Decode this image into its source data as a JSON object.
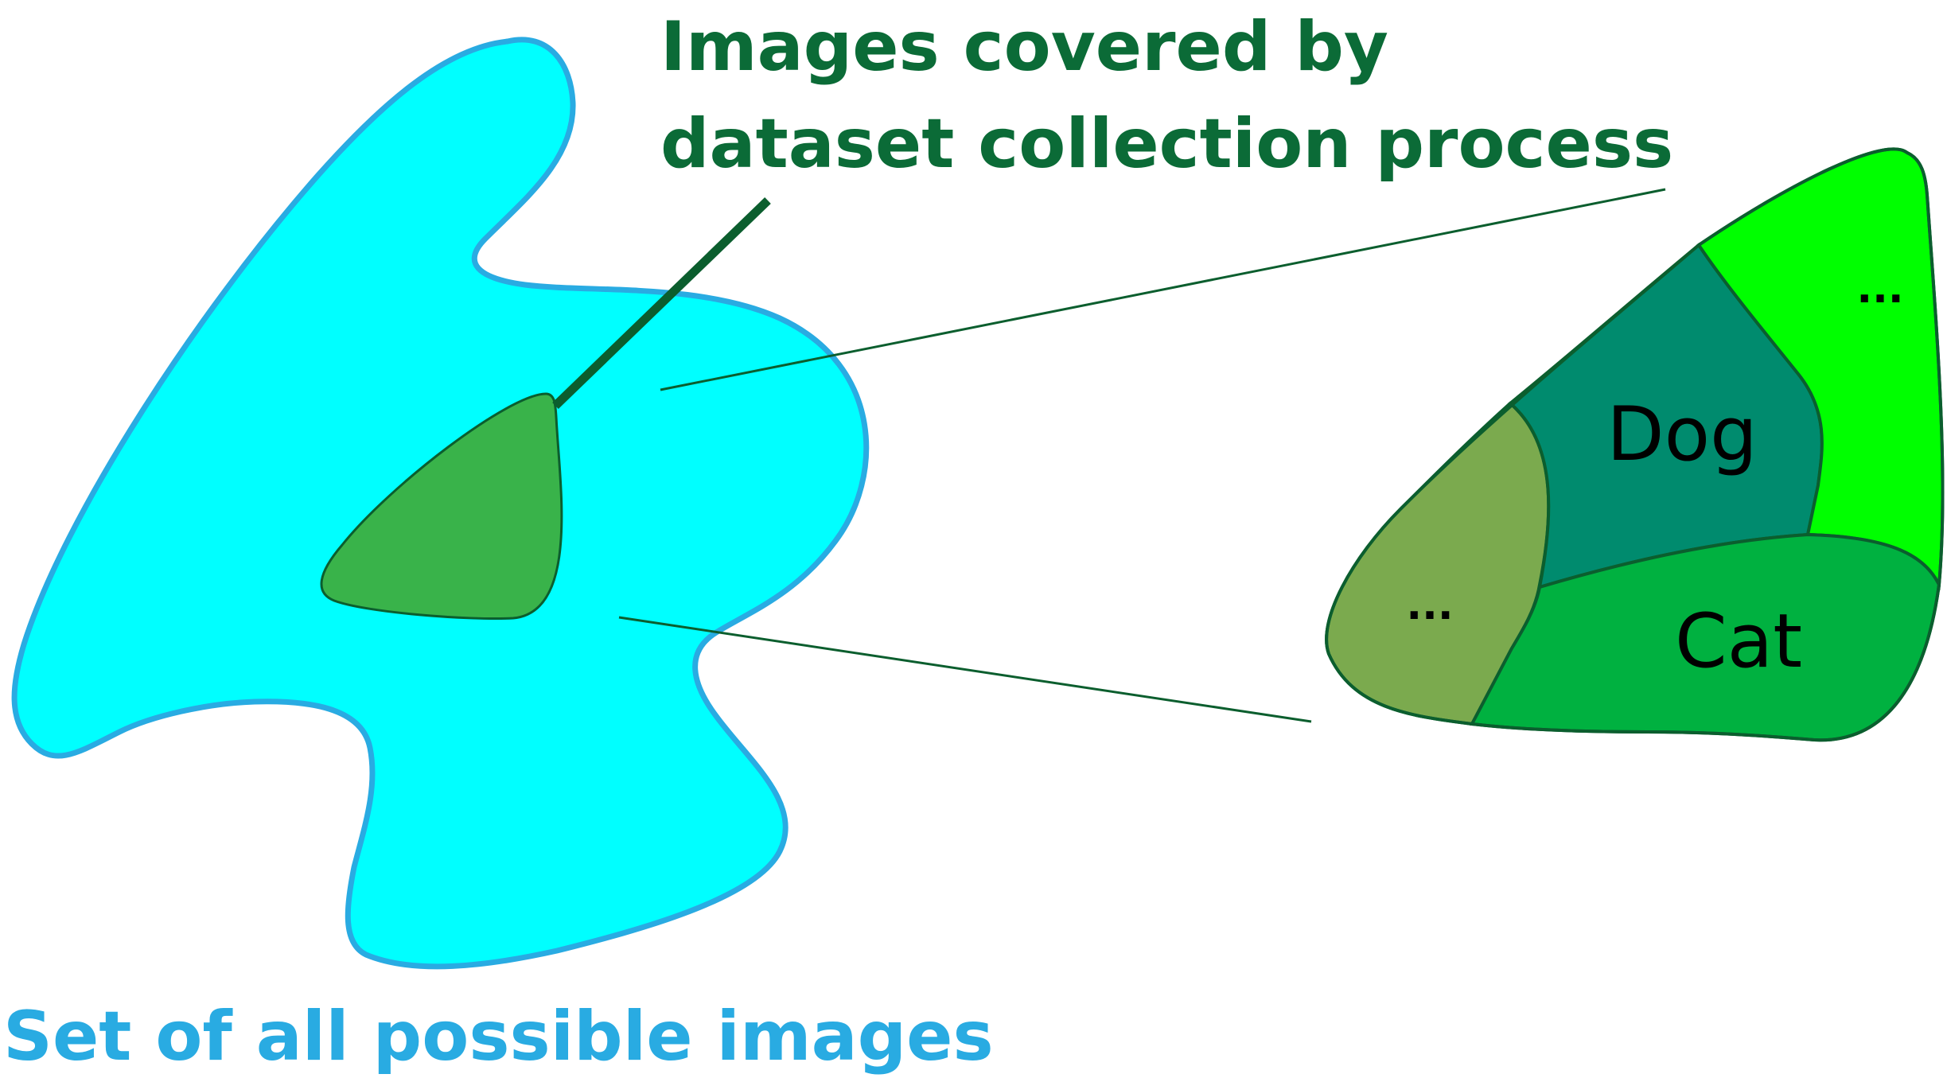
{
  "labels": {
    "covered_line1": "Images covered by",
    "covered_line2": "dataset collection process",
    "all_images": "Set of all possible images",
    "dog": "Dog",
    "cat": "Cat",
    "ellipsis_left": "...",
    "ellipsis_top": "..."
  },
  "colors": {
    "all_images_fill": "#00FFFF",
    "all_images_stroke": "#29ABE2",
    "all_images_label": "#29ABE2",
    "covered_fill": "#39B34A",
    "covered_label": "#0B6B37",
    "outline": "#0B5E2E",
    "dog_fill": "#008B6E",
    "cat_fill": "#00B140",
    "left_fill": "#7BAA4E",
    "top_fill": "#00FF00"
  }
}
